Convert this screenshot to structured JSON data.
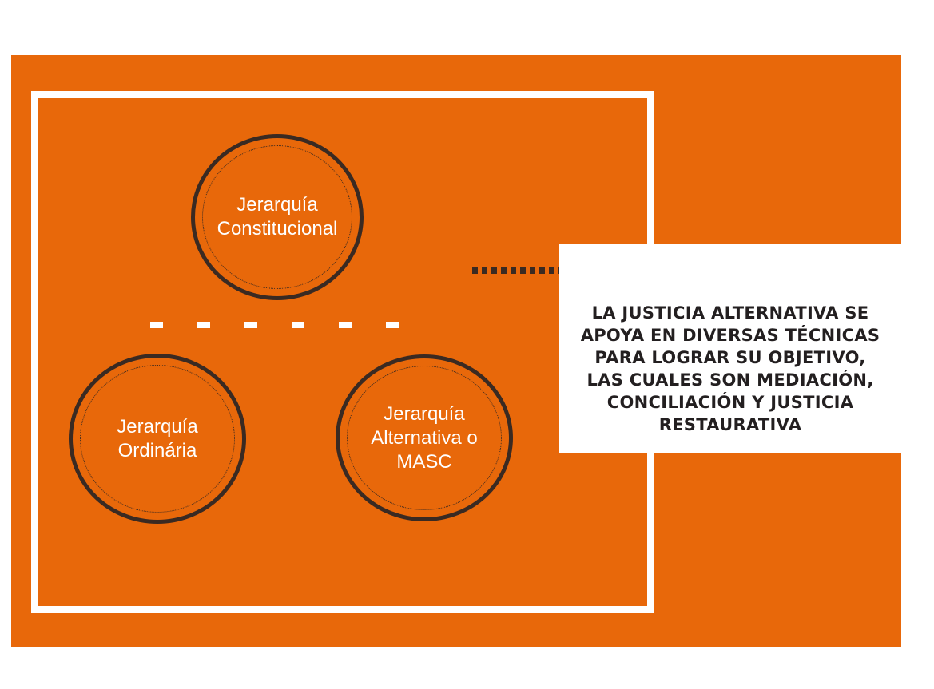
{
  "colors": {
    "accent": "#e8680a",
    "circle_outline": "#3a2a22",
    "frame": "#ffffff",
    "callout_text": "#231f20"
  },
  "nodes": {
    "constitutional": {
      "lines": [
        "Jerarquía",
        "Constitucional"
      ]
    },
    "ordinary": {
      "lines": [
        "Jerarquía",
        "Ordinária"
      ]
    },
    "alternative": {
      "lines": [
        "Jerarquía",
        "Alternativa o",
        "MASC"
      ]
    }
  },
  "callout": {
    "lines": [
      "LA JUSTICIA ALTERNATIVA SE",
      "APOYA EN DIVERSAS TÉCNICAS",
      "PARA LOGRAR SU OBJETIVO,",
      "LAS CUALES SON MEDIACIÓN,",
      "CONCILIACIÓN Y JUSTICIA",
      "RESTAURATIVA"
    ]
  }
}
